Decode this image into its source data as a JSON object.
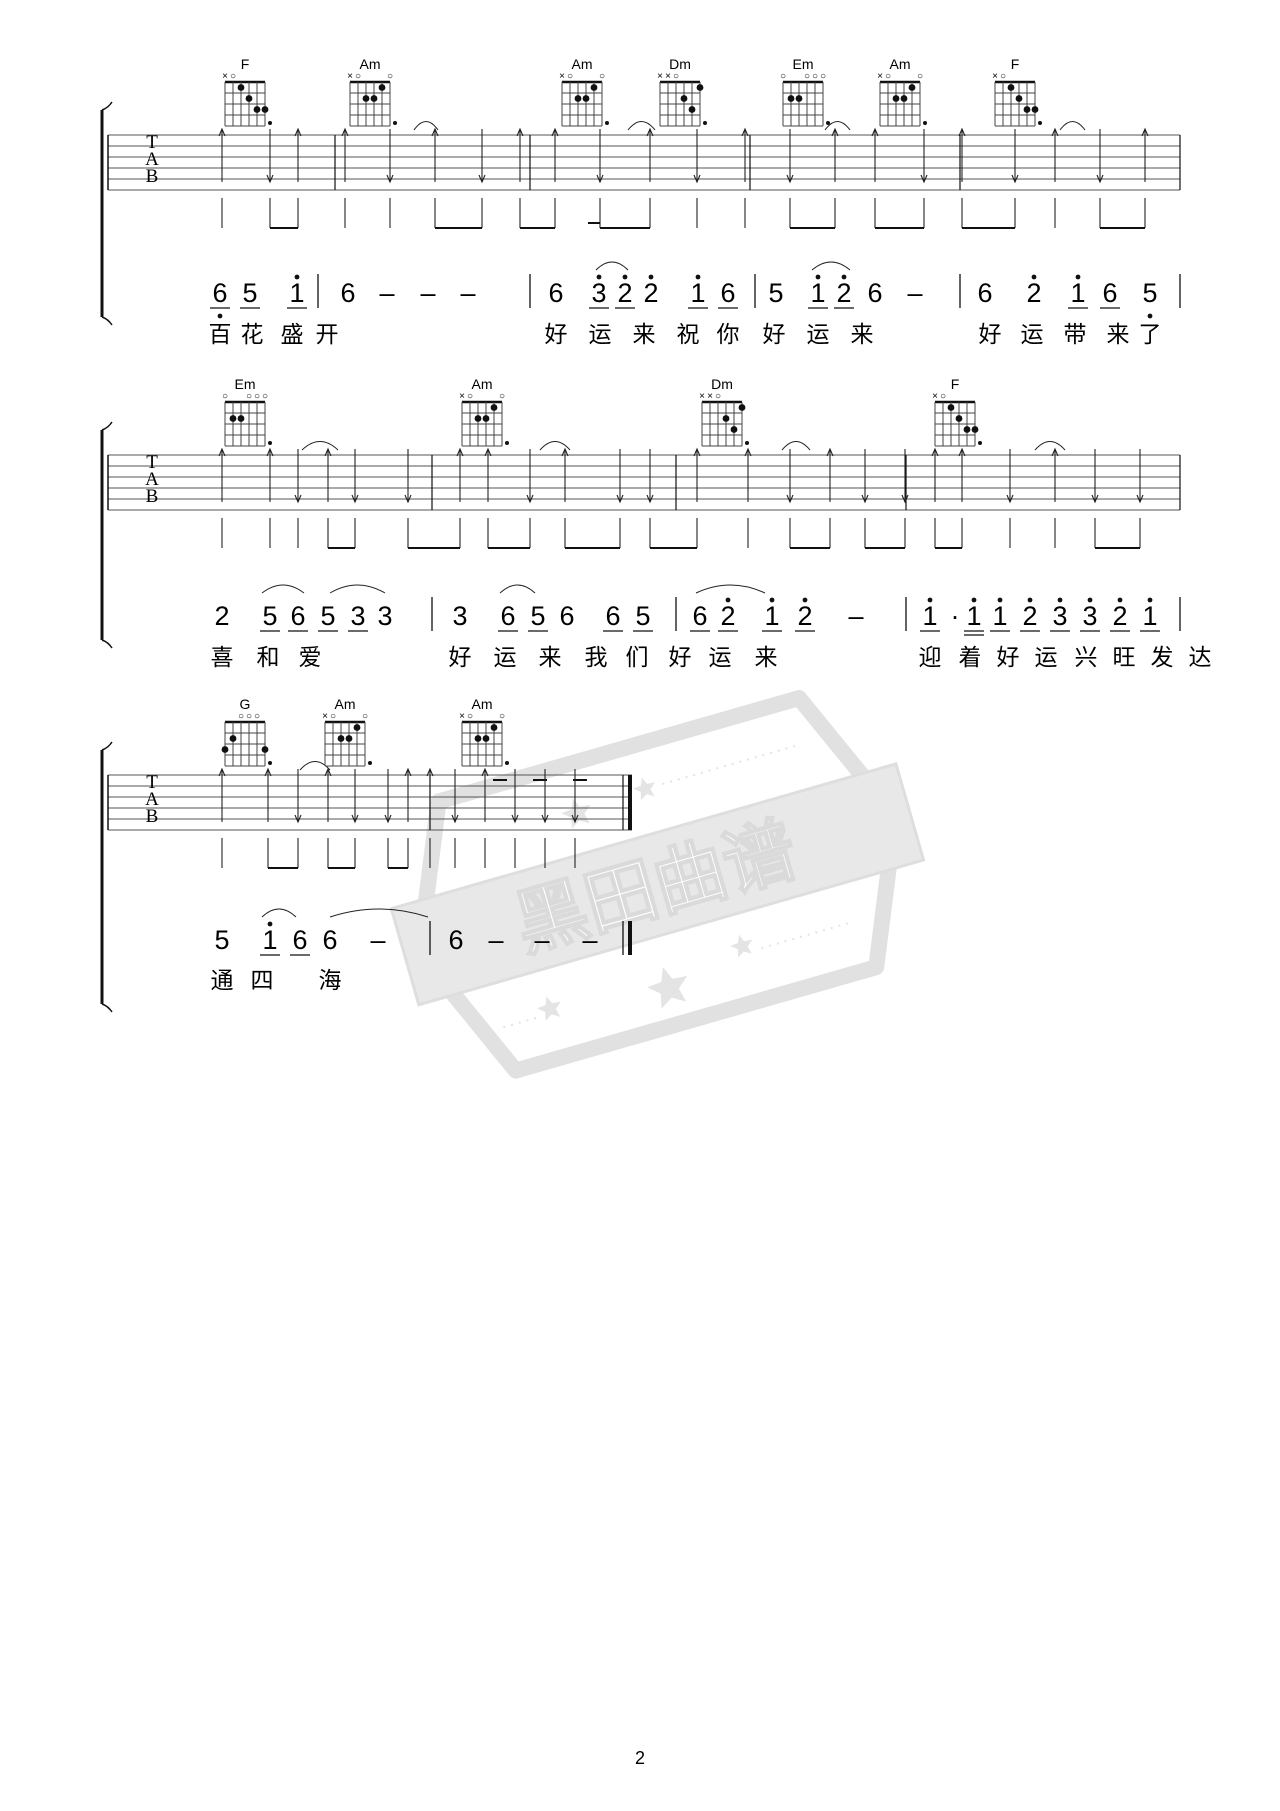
{
  "page_number": "2",
  "watermark": {
    "text": "黑田曲谱"
  },
  "tab_letters": [
    "T",
    "A",
    "B"
  ],
  "systems": [
    {
      "chords": [
        {
          "name": "F",
          "shape": "F"
        },
        {
          "name": "Am",
          "shape": "Am"
        },
        {
          "name": "Am",
          "shape": "Am"
        },
        {
          "name": "Dm",
          "shape": "Dm"
        },
        {
          "name": "Em",
          "shape": "Em"
        },
        {
          "name": "Am",
          "shape": "Am"
        },
        {
          "name": "F",
          "shape": "F"
        }
      ],
      "notation": "65 1̇ | 6 – – – | 6 3̇2̇2̇ 1̇6 | 5 1̇2̇6 – | 6 2̇ 1̇6 5 |",
      "numbers": [
        {
          "d": "6",
          "low": true,
          "ul": 1
        },
        {
          "d": "5",
          "ul": 1
        },
        {
          "d": "1",
          "high": true,
          "ul": 1
        },
        {
          "bar": true
        },
        {
          "d": "6"
        },
        {
          "d": "–"
        },
        {
          "d": "–"
        },
        {
          "d": "–"
        },
        {
          "bar": true
        },
        {
          "d": "6"
        },
        {
          "d": "3",
          "high": true,
          "ul": 1
        },
        {
          "d": "2",
          "high": true,
          "ul": 1
        },
        {
          "d": "2",
          "high": true
        },
        {
          "d": "1",
          "high": true,
          "ul": 1
        },
        {
          "d": "6",
          "ul": 1
        },
        {
          "bar": true
        },
        {
          "d": "5"
        },
        {
          "d": "1",
          "high": true,
          "ul": 1
        },
        {
          "d": "2",
          "high": true,
          "ul": 1
        },
        {
          "d": "6"
        },
        {
          "d": "–"
        },
        {
          "bar": true
        },
        {
          "d": "6"
        },
        {
          "d": "2",
          "high": true
        },
        {
          "d": "1",
          "high": true,
          "ul": 1
        },
        {
          "d": "6",
          "ul": 1
        },
        {
          "d": "5",
          "low": true
        },
        {
          "bar": true
        }
      ],
      "lyrics": [
        "百",
        "花",
        "盛",
        "开",
        "好",
        "运",
        "来",
        "祝",
        "你",
        "好",
        "运",
        "来",
        "好",
        "运",
        "带",
        "来",
        "了"
      ]
    },
    {
      "chords": [
        {
          "name": "Em",
          "shape": "Em"
        },
        {
          "name": "Am",
          "shape": "Am"
        },
        {
          "name": "Dm",
          "shape": "Dm"
        },
        {
          "name": "F",
          "shape": "F"
        }
      ],
      "notation": "2 56533 | 3 656 65 | 62̇ 1̇2̇ – | 1̇· 1̇ 1̇2̇ 3̇3̇ 2̇1̇ |",
      "numbers": [
        {
          "d": "2"
        },
        {
          "d": "5",
          "ul": 1
        },
        {
          "d": "6",
          "ul": 1
        },
        {
          "d": "5",
          "ul": 1
        },
        {
          "d": "3",
          "ul": 1
        },
        {
          "d": "3"
        },
        {
          "bar": true
        },
        {
          "d": "3"
        },
        {
          "d": "6",
          "ul": 1
        },
        {
          "d": "5",
          "ul": 1
        },
        {
          "d": "6"
        },
        {
          "d": "6",
          "ul": 1
        },
        {
          "d": "5",
          "ul": 1
        },
        {
          "bar": true
        },
        {
          "d": "6",
          "ul": 1
        },
        {
          "d": "2",
          "high": true,
          "ul": 1
        },
        {
          "d": "1",
          "high": true,
          "ul": 1
        },
        {
          "d": "2",
          "high": true,
          "ul": 1
        },
        {
          "d": "–"
        },
        {
          "bar": true
        },
        {
          "d": "1",
          "high": true,
          "ul": 1
        },
        {
          "d": "·"
        },
        {
          "d": "1",
          "high": true,
          "ul": 2
        },
        {
          "d": "1",
          "high": true,
          "ul": 1
        },
        {
          "d": "2",
          "high": true,
          "ul": 1
        },
        {
          "d": "3",
          "high": true,
          "ul": 1
        },
        {
          "d": "3",
          "high": true,
          "ul": 1
        },
        {
          "d": "2",
          "high": true,
          "ul": 1
        },
        {
          "d": "1",
          "high": true,
          "ul": 1
        },
        {
          "bar": true
        }
      ],
      "lyrics": [
        "喜",
        "和",
        "爱",
        "好",
        "运",
        "来",
        "我",
        "们",
        "好",
        "运",
        "来",
        "迎",
        "着",
        "好",
        "运",
        "兴",
        "旺",
        "发",
        "达"
      ]
    },
    {
      "chords": [
        {
          "name": "G",
          "shape": "G"
        },
        {
          "name": "Am",
          "shape": "Am"
        },
        {
          "name": "Am",
          "shape": "Am"
        }
      ],
      "notation": "5 1̇66 – | 6 – – – ‖",
      "numbers": [
        {
          "d": "5"
        },
        {
          "d": "1",
          "high": true,
          "ul": 1
        },
        {
          "d": "6",
          "ul": 1
        },
        {
          "d": "6"
        },
        {
          "d": "–"
        },
        {
          "bar": true
        },
        {
          "d": "6"
        },
        {
          "d": "–"
        },
        {
          "d": "–"
        },
        {
          "d": "–"
        },
        {
          "bar": "end"
        }
      ],
      "lyrics": [
        "通",
        "四",
        "海"
      ]
    }
  ]
}
